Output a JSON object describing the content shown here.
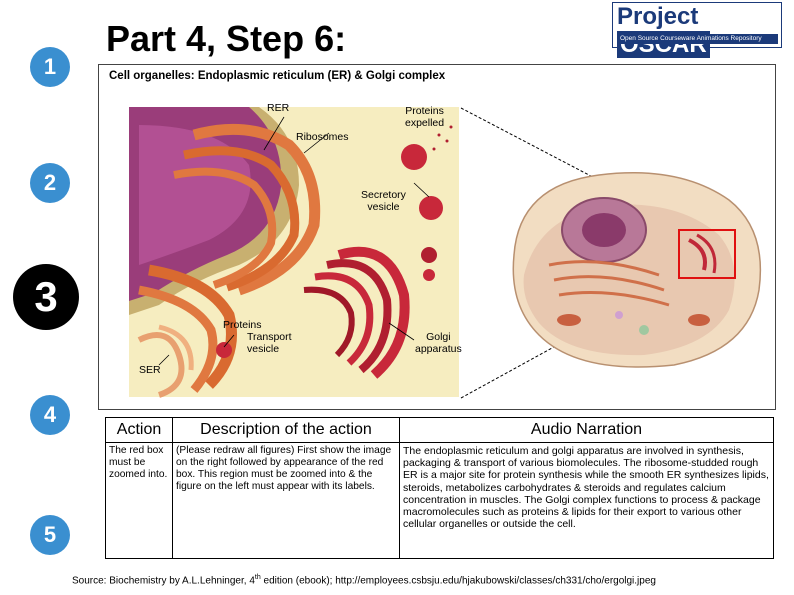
{
  "steps": [
    "1",
    "2",
    "3",
    "4",
    "5"
  ],
  "active_step": "3",
  "title": "Part 4, Step 6:",
  "logo": {
    "brand_left": "Project",
    "brand_right": "OSCAR",
    "tagline": "Open Source Courseware Animations Repository"
  },
  "figure": {
    "caption": "Cell organelles: Endoplasmic reticulum (ER) & Golgi complex",
    "labels": {
      "rer": "RER",
      "ribosomes": "Ribosomes",
      "proteins_expelled_1": "Proteins",
      "proteins_expelled_2": "expelled",
      "secretory_1": "Secretory",
      "secretory_2": "vesicle",
      "transport_1": "Proteins",
      "transport_2": "Transport",
      "transport_3": "vesicle",
      "golgi_1": "Golgi",
      "golgi_2": "apparatus",
      "ser": "SER"
    }
  },
  "table": {
    "headers": {
      "action": "Action",
      "description": "Description of the action",
      "audio": "Audio Narration"
    },
    "action_text": "The red box must be zoomed into.",
    "description_text": "(Please redraw all figures) First show the image on the right followed by appearance of the red box. This region must be zoomed into & the figure on the left must appear with its labels.",
    "audio_text": "The endoplasmic reticulum and golgi apparatus are involved in synthesis, packaging & transport of various biomolecules. The ribosome-studded rough ER is a major site for protein synthesis while the smooth ER synthesizes lipids, steroids, metabolizes carbohydrates & steroids and regulates calcium concentration in muscles. The Golgi complex functions to process & package macromolecules such as proteins & lipids for their export to various other cellular organelles or outside the cell."
  },
  "source": {
    "prefix": "Source: Biochemistry by A.L.Lehninger, 4",
    "sup": "th",
    "suffix": " edition  (ebook); http://employees.csbsju.edu/hjakubowski/classes/ch331/cho/ergolgi.jpeg"
  },
  "colors": {
    "step_blue": "#3a8fd0",
    "step_active": "#000000",
    "logo_blue": "#1b3a7a",
    "highlight_box": "#e01010"
  }
}
